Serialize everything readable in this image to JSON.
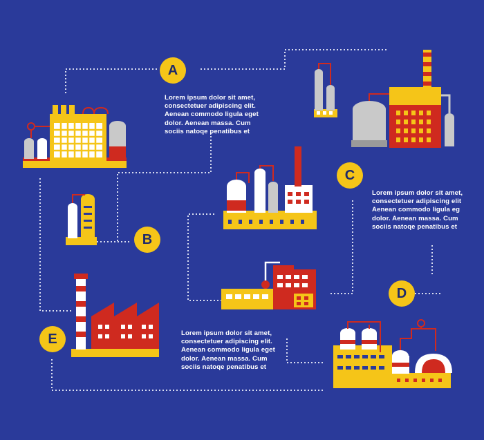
{
  "colors": {
    "background": "#2a3a9a",
    "accent_yellow": "#f5c518",
    "accent_red": "#cf2a1f",
    "gray": "#c9c9c9",
    "white": "#ffffff",
    "dotted_line": "#d8dcf0"
  },
  "steps": [
    {
      "id": "a",
      "label": "A",
      "text": "Lorem ipsum dolor sit amet,\nconsectetuer adipiscing elit.\nAenean commodo ligula eget\ndolor. Aenean massa. Cum\nsociis natoqe penatibus et"
    },
    {
      "id": "b",
      "label": "B",
      "text": ""
    },
    {
      "id": "c",
      "label": "C",
      "text": "Lorem ipsum dolor sit amet,\nconsectetuer adipiscing elit\nAenean commodo ligula eg\ndolor. Aenean massa. Cum\nsociis natoqe penatibus et"
    },
    {
      "id": "d",
      "label": "D",
      "text": ""
    },
    {
      "id": "e",
      "label": "E",
      "text": "Lorem ipsum dolor sit amet,\nconsectetuer adipiscing elit.\nAenean commodo ligula eget\ndolor. Aenean massa. Cum\nsociis natoqe penatibus et"
    }
  ],
  "icons": [
    "factory-building-icon-left",
    "factory-building-icon-top-right",
    "chemical-plant-icon-center",
    "storage-tank-icon-small",
    "warehouse-icon-center",
    "sawtooth-factory-icon",
    "refinery-icon-bottom-right"
  ]
}
